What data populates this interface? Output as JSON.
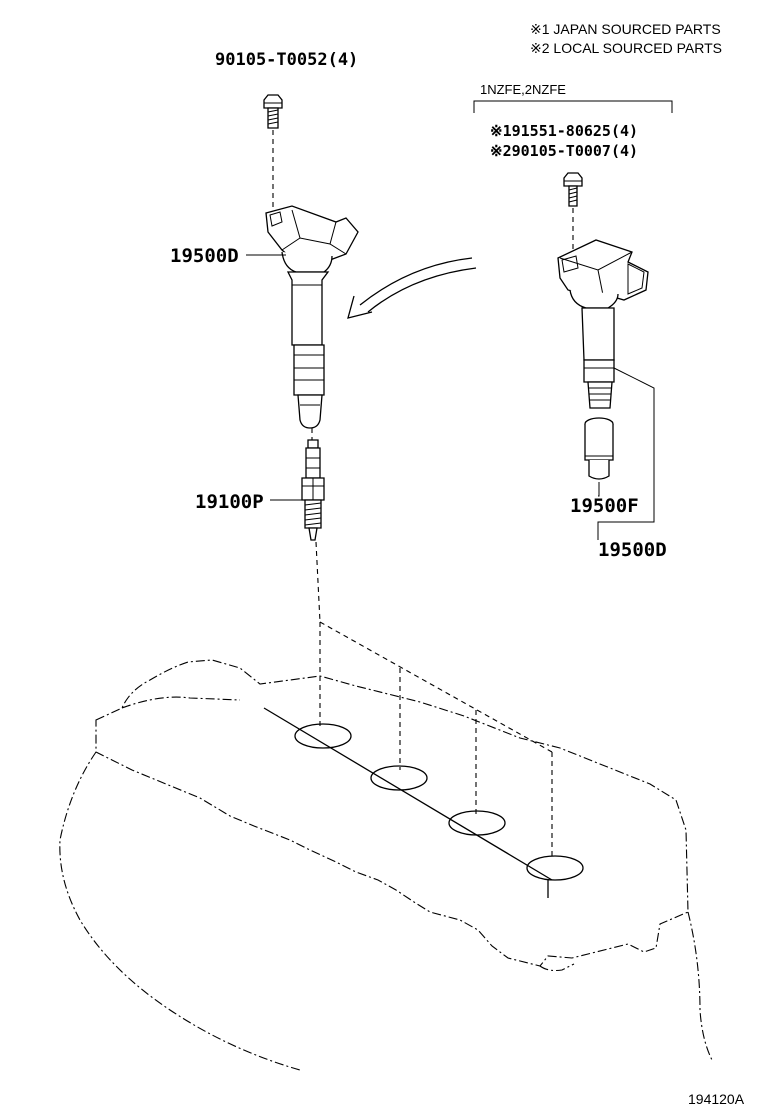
{
  "notes": {
    "note1": "※1 JAPAN SOURCED PARTS",
    "note2": "※2 LOCAL SOURCED PARTS"
  },
  "variant": {
    "engines": "1NZFE,2NZFE"
  },
  "parts": {
    "bolt_main": "90105-T0052(4)",
    "coil_main": "19500D",
    "spark_plug": "19100P",
    "bolt_japan": "※191551-80625(4)",
    "bolt_local": "※290105-T0007(4)",
    "coil_boot": "19500F",
    "coil_assy": "19500D"
  },
  "diagram_id": "194120A"
}
